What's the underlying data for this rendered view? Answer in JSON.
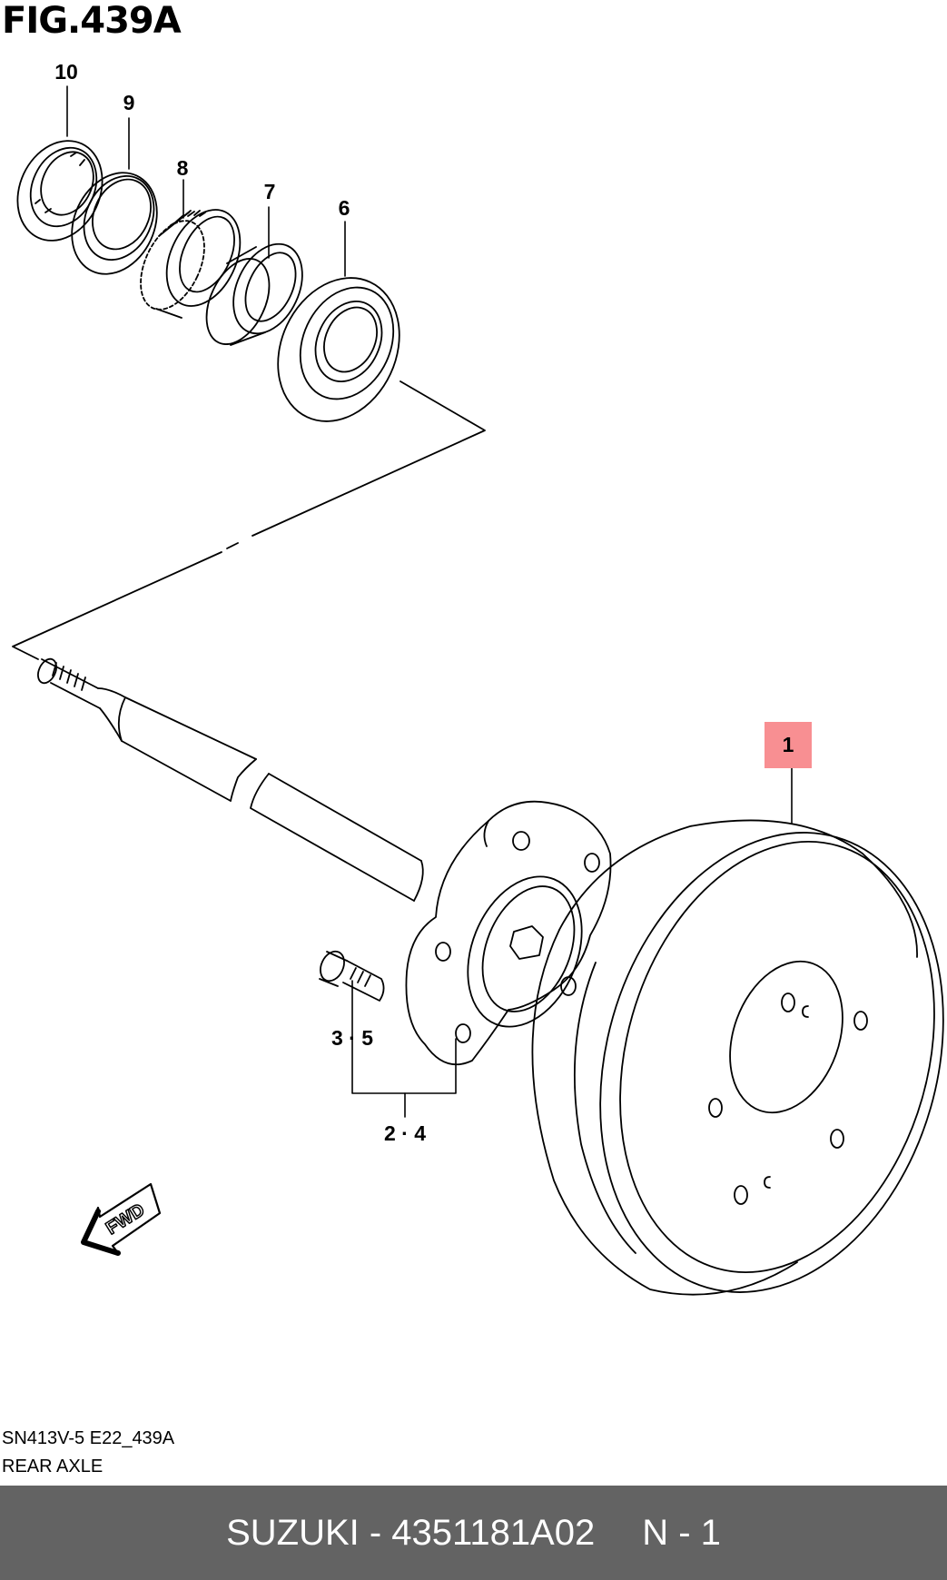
{
  "figure": {
    "title": "FIG.439A"
  },
  "callouts": {
    "c10": "10",
    "c9": "9",
    "c8": "8",
    "c7": "7",
    "c6": "6",
    "c1": "1",
    "c35": "3 · 5",
    "c24": "2 · 4"
  },
  "fwd_label": "FWD",
  "captions": {
    "code": "SN413V-5 E22_439A",
    "name": "REAR AXLE"
  },
  "footer": {
    "part": "SUZUKI - 4351181A02",
    "qty": "N - 1"
  },
  "colors": {
    "highlight": "#f88f92",
    "footer_bg": "#636363"
  }
}
